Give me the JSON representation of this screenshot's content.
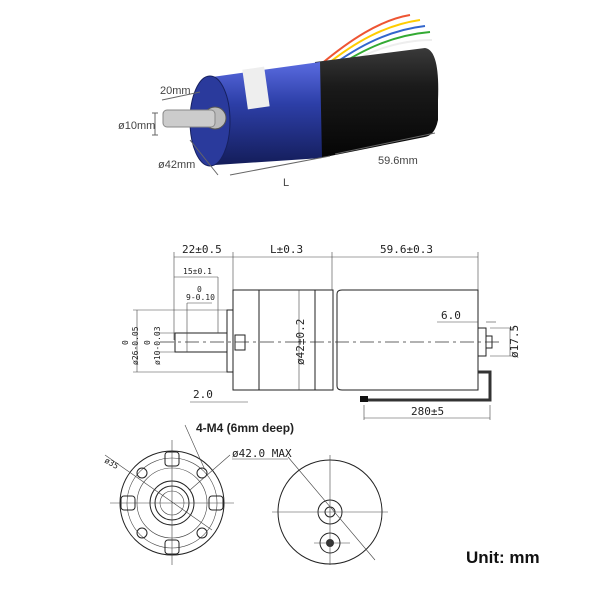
{
  "photo": {
    "labels": {
      "shaft_length": "20mm",
      "shaft_diameter": "ø10mm",
      "body_diameter": "ø42mm",
      "gearbox_length": "L",
      "motor_length": "59.6mm"
    },
    "colors": {
      "gearbox": "#2d3fa8",
      "motor": "#1a1a1a"
    }
  },
  "drawing": {
    "side_view": {
      "dim_22": "22±0.5",
      "dim_L": "L±0.3",
      "dim_59_6": "59.6±0.3",
      "dim_15": "15±0.1",
      "dim_9_upper": "0",
      "dim_9": "9-0.10",
      "dim_26_upper": "0",
      "dim_26": "ø26-0.05",
      "dim_10_upper": "0",
      "dim_10": "ø10-0.03",
      "dim_42": "ø42±0.2",
      "dim_6": "6.0",
      "dim_17_5": "ø17.5",
      "dim_2": "2.0",
      "dim_280": "280±5"
    },
    "front_view": {
      "thread_note": "4-M4  (6mm deep)",
      "dim_35": "ø35",
      "dim_42_max": "ø42.0 MAX"
    },
    "unit_label": "Unit: mm"
  }
}
